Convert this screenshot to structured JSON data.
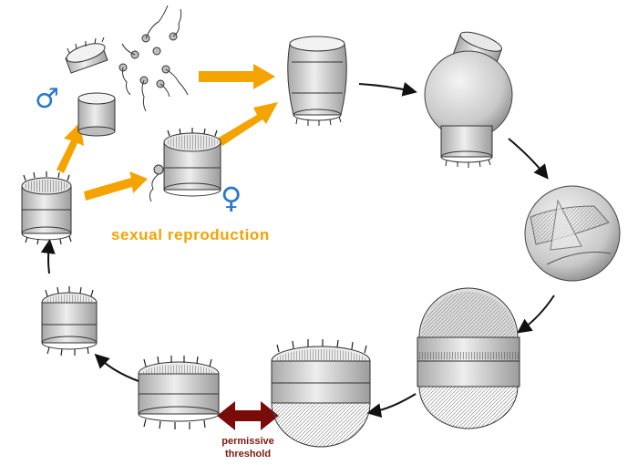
{
  "labels": {
    "sexual_reproduction": "sexual reproduction",
    "permissive_threshold": "permissive",
    "permissive_threshold_line2": "threshold",
    "male_symbol": "♂",
    "female_symbol": "♀"
  },
  "colors": {
    "sexual_arrow": "#f5a300",
    "cycle_arrow": "#111111",
    "threshold_arrow": "#7a0b0b",
    "symbol_blue": "#2a78c8",
    "label_orange": "#f5a300",
    "label_brown": "#7a1a10"
  },
  "cells": [
    {
      "id": "vegetative-small-left",
      "kind": "diatom-frustule"
    },
    {
      "id": "male-valve-open",
      "kind": "diatom-valve"
    },
    {
      "id": "male-cell-small",
      "kind": "diatom-girdle"
    },
    {
      "id": "sperm-cluster",
      "kind": "sperm"
    },
    {
      "id": "female-cell-with-sperm",
      "kind": "diatom-frustule"
    },
    {
      "id": "zygote-cell",
      "kind": "diatom-girdle"
    },
    {
      "id": "auxospore-sphere",
      "kind": "auxospore"
    },
    {
      "id": "auxospore-mature",
      "kind": "auxospore"
    },
    {
      "id": "initial-cell-large",
      "kind": "diatom-frustule-large"
    },
    {
      "id": "large-cell-bottom",
      "kind": "diatom-frustule-large"
    },
    {
      "id": "medium-cell-bottom",
      "kind": "diatom-frustule"
    },
    {
      "id": "vegetative-left-mid",
      "kind": "diatom-frustule"
    }
  ]
}
